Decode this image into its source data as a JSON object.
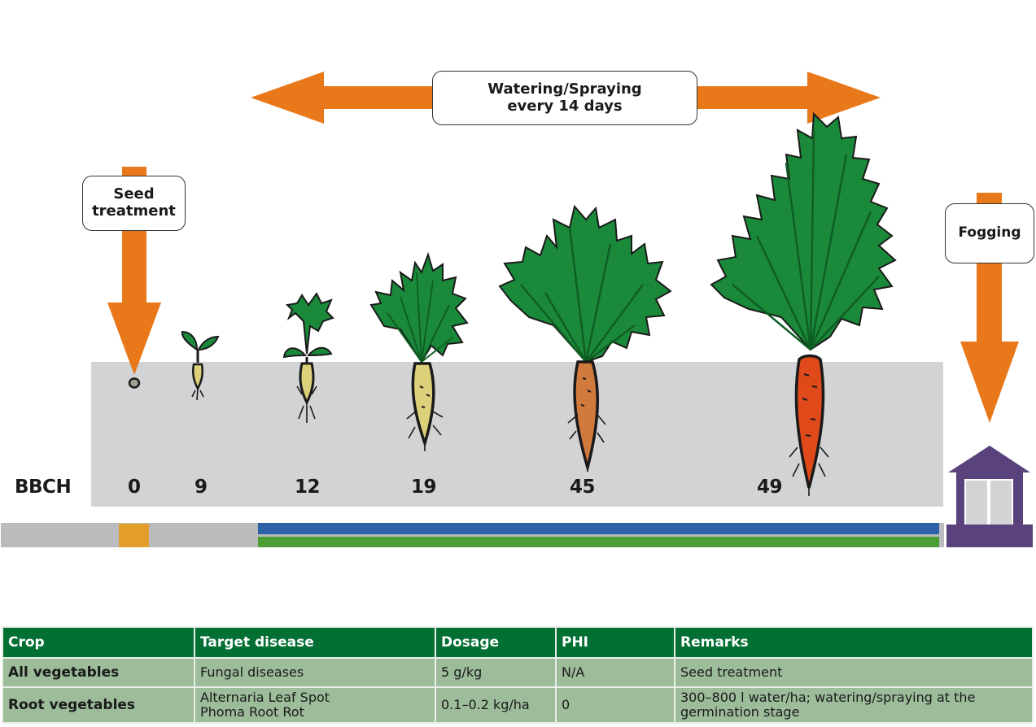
{
  "diagram": {
    "labels": {
      "watering": [
        "Watering/Spraying",
        "every 14 days"
      ],
      "seed_treatment": [
        "Seed",
        "treatment"
      ],
      "fogging": "Fogging"
    },
    "bbch": {
      "label": "BBCH",
      "stages": [
        "0",
        "9",
        "12",
        "19",
        "45",
        "49"
      ]
    },
    "colors": {
      "arrow": "#e8781a",
      "soil": "#d2d3d5",
      "leaf": "#1a8a3a",
      "root_pale": "#ddd07a",
      "root_mid": "#d17a3e",
      "root_ripe": "#e04a1a",
      "bar_grey": "#b9bbbd",
      "bar_seed": "#e29d2a",
      "bar_blue": "#2e62a8",
      "bar_green": "#4a9e32",
      "storage": "#5a437c"
    }
  },
  "table": {
    "headers": [
      "Crop",
      "Target disease",
      "Dosage",
      "PHI",
      "Remarks"
    ],
    "rows": [
      {
        "crop": "All vegetables",
        "disease": [
          "Fungal diseases"
        ],
        "dosage": "5 g/kg",
        "phi": "N/A",
        "remarks": [
          "Seed treatment"
        ]
      },
      {
        "crop": "Root vegetables",
        "disease": [
          "Alternaria Leaf Spot",
          "Phoma Root Rot"
        ],
        "dosage": "0.1–0.2 kg/ha",
        "phi": "0",
        "remarks": [
          "300–800 l water/ha; watering/spraying at the",
          "germination stage"
        ]
      }
    ]
  }
}
